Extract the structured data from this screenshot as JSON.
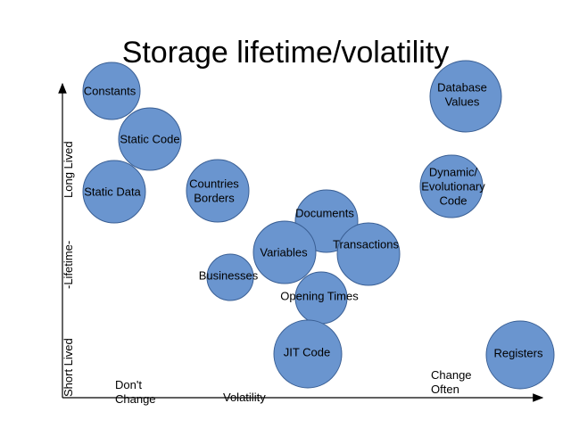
{
  "title": "Storage lifetime/volatility",
  "axes": {
    "y_long": "Long Lived",
    "y_mid": "-Lifetime-",
    "y_short": "Short Lived",
    "x_left_line1": "Don't",
    "x_left_line2": "Change",
    "x_mid": "Volatility",
    "x_right_line1": "Change",
    "x_right_line2": "Often"
  },
  "colors": {
    "bubble_fill": "#6a95cf",
    "bubble_stroke": "#3a5f94",
    "axis": "#000000"
  },
  "bubbles": [
    {
      "id": "constants",
      "lines": [
        "Constants"
      ]
    },
    {
      "id": "static-code",
      "lines": [
        "Static Code"
      ]
    },
    {
      "id": "static-data",
      "lines": [
        "Static Data"
      ]
    },
    {
      "id": "countries-borders",
      "lines": [
        "Countries",
        "Borders"
      ]
    },
    {
      "id": "database-values",
      "lines": [
        "Database",
        "Values"
      ]
    },
    {
      "id": "dynamic-code",
      "lines": [
        "Dynamic/",
        "Evolutionary",
        "Code"
      ]
    },
    {
      "id": "documents",
      "lines": [
        "Documents"
      ]
    },
    {
      "id": "transactions",
      "lines": [
        "Transactions"
      ]
    },
    {
      "id": "variables",
      "lines": [
        "Variables"
      ]
    },
    {
      "id": "businesses",
      "lines": [
        "Businesses"
      ]
    },
    {
      "id": "opening-times",
      "lines": [
        "Opening Times"
      ]
    },
    {
      "id": "jit-code",
      "lines": [
        "JIT Code"
      ]
    },
    {
      "id": "registers",
      "lines": [
        "Registers"
      ]
    }
  ]
}
